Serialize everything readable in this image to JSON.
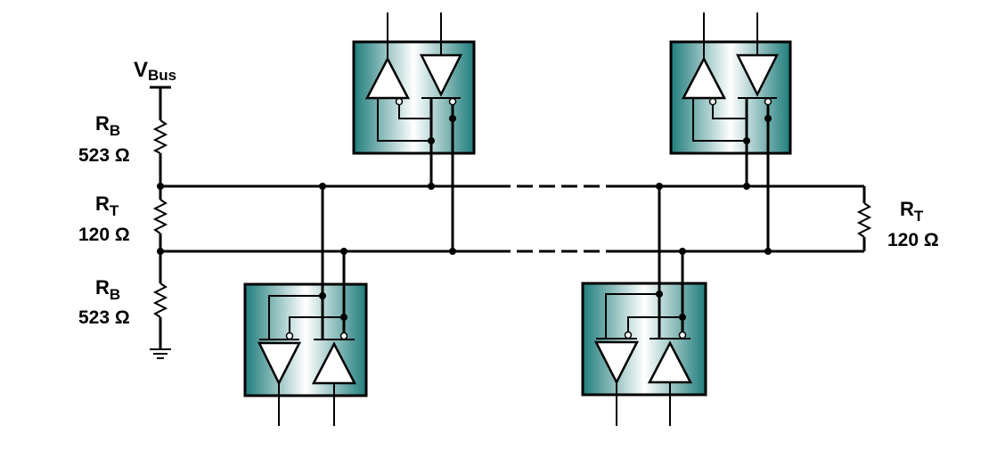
{
  "labels": {
    "vbus_main": "V",
    "vbus_sub": "Bus",
    "rb_top_main": "R",
    "rb_top_sub": "B",
    "rb_top_value": "523 Ω",
    "rt_left_main": "R",
    "rt_left_sub": "T",
    "rt_left_value": "120 Ω",
    "rb_bottom_main": "R",
    "rb_bottom_sub": "B",
    "rb_bottom_value": "523 Ω",
    "rt_right_main": "R",
    "rt_right_sub": "T",
    "rt_right_value": "120 Ω"
  },
  "colors": {
    "transceiver_dark": "#1f7d7b",
    "transceiver_mid": "#5aa9a6",
    "transceiver_light": "#ffffff",
    "wire": "#000000"
  },
  "transceivers": [
    {
      "name": "transceiver-top-left",
      "orientation": "up"
    },
    {
      "name": "transceiver-top-right",
      "orientation": "up"
    },
    {
      "name": "transceiver-bottom-left",
      "orientation": "down"
    },
    {
      "name": "transceiver-bottom-right",
      "orientation": "down"
    }
  ]
}
